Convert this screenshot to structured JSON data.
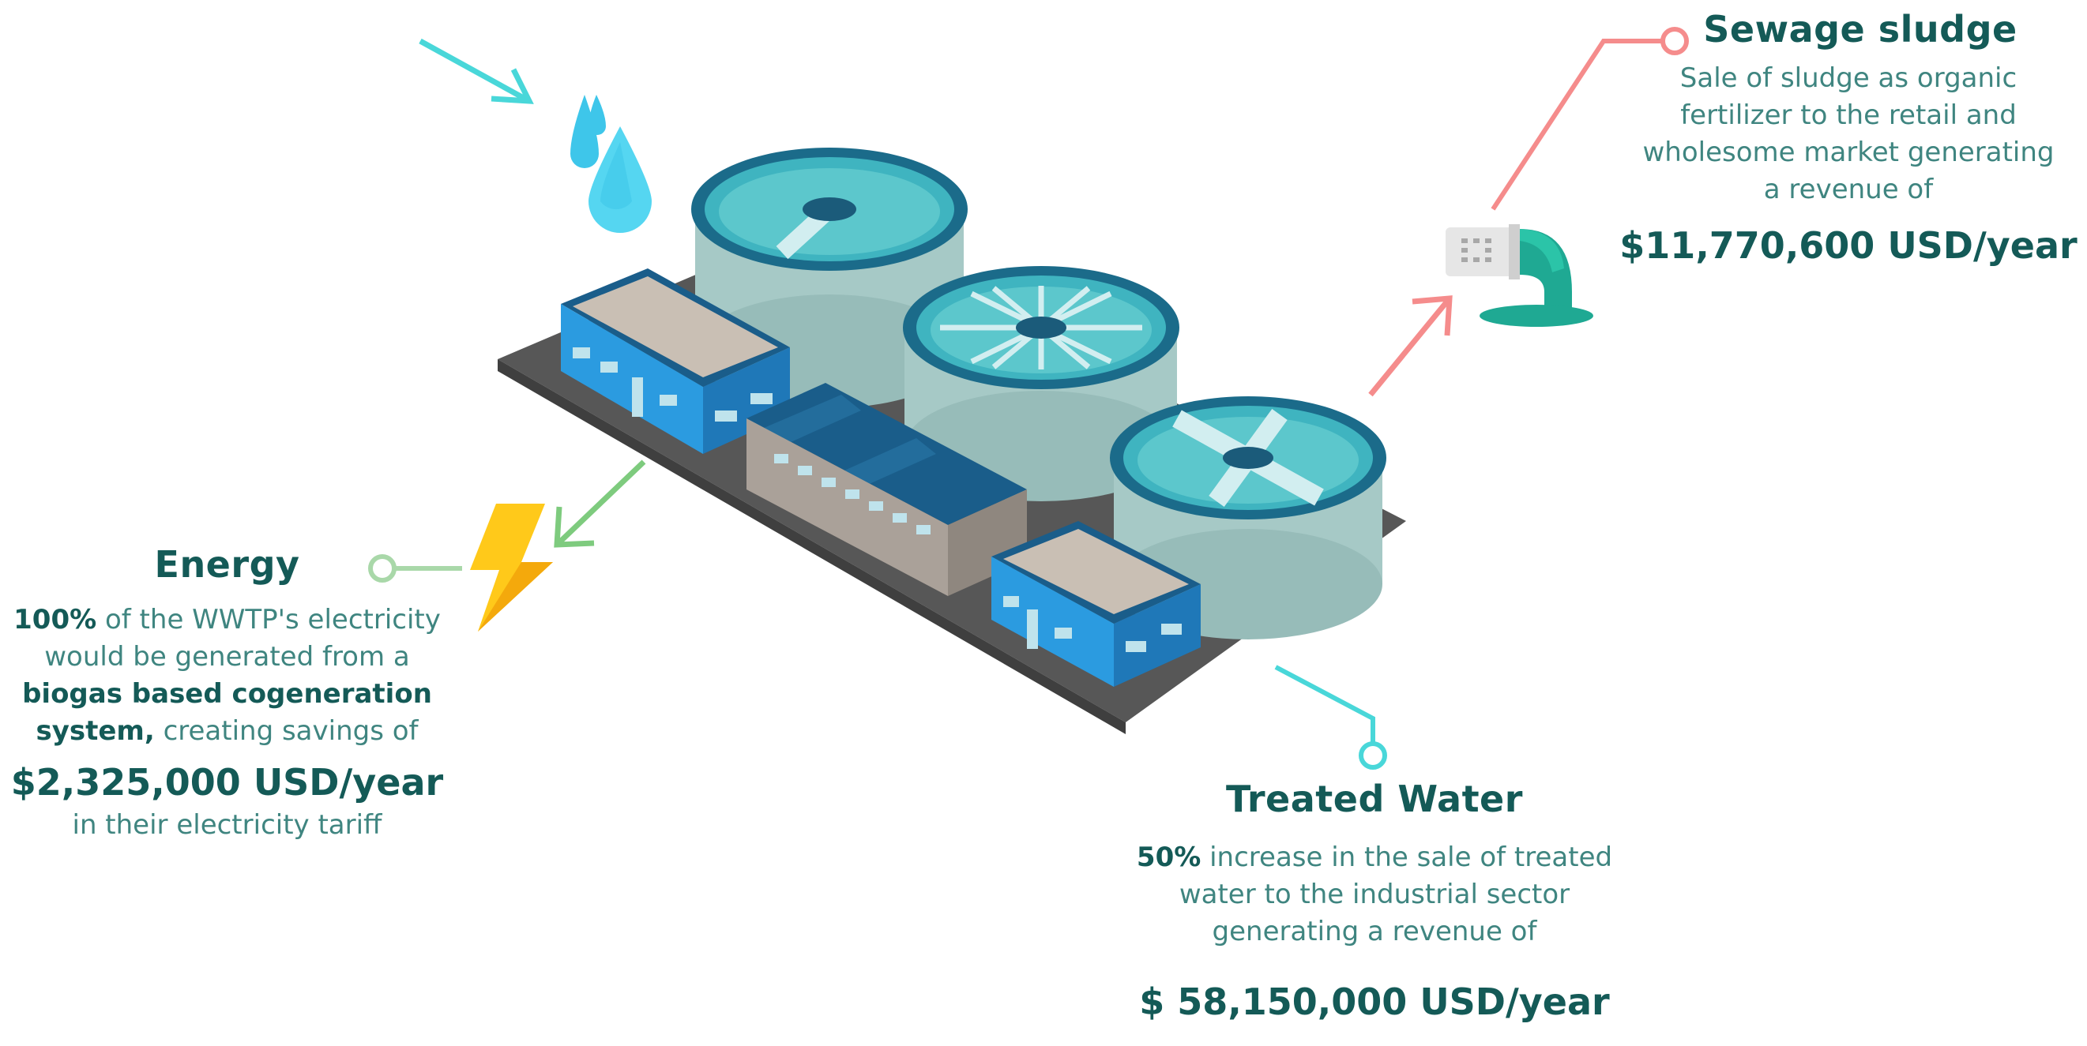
{
  "sewage": {
    "title": "Sewage sludge",
    "line1": "Sale of sludge as organic",
    "line2": "fertilizer to the retail and",
    "line3": "wholesome market generating",
    "line4": "a revenue of",
    "amount": "$11,770,600 USD/year"
  },
  "energy": {
    "title": "Energy",
    "l1_bold": "100%",
    "l1_rest": " of the WWTP's electricity",
    "l2": "would be generated from a",
    "l3_bold": "biogas based cogeneration",
    "l4_bold": "system,",
    "l4_rest": " creating savings of",
    "amount": "$2,325,000 USD/year",
    "l5": "in their electricity tariff"
  },
  "water": {
    "title": "Treated Water",
    "l1_bold": "50%",
    "l1_rest": " increase in the sale of treated",
    "l2": "water to the industrial sector",
    "l3": "generating a revenue of",
    "amount": "$ 58,150,000 USD/year"
  },
  "colors": {
    "teal_text": "#145a57",
    "pink": "#f08b8b",
    "green": "#88cc88",
    "cyan": "#49d7d9",
    "tank": "#a7cbc8",
    "building": "#2b9be0"
  }
}
